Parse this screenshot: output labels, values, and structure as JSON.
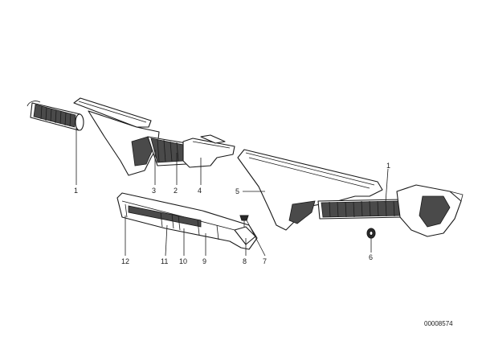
{
  "diagram": {
    "document_number": "00008574",
    "callouts": [
      "1",
      "3",
      "2",
      "4",
      "5",
      "1",
      "12",
      "11",
      "10",
      "9",
      "8",
      "7",
      "6"
    ]
  }
}
